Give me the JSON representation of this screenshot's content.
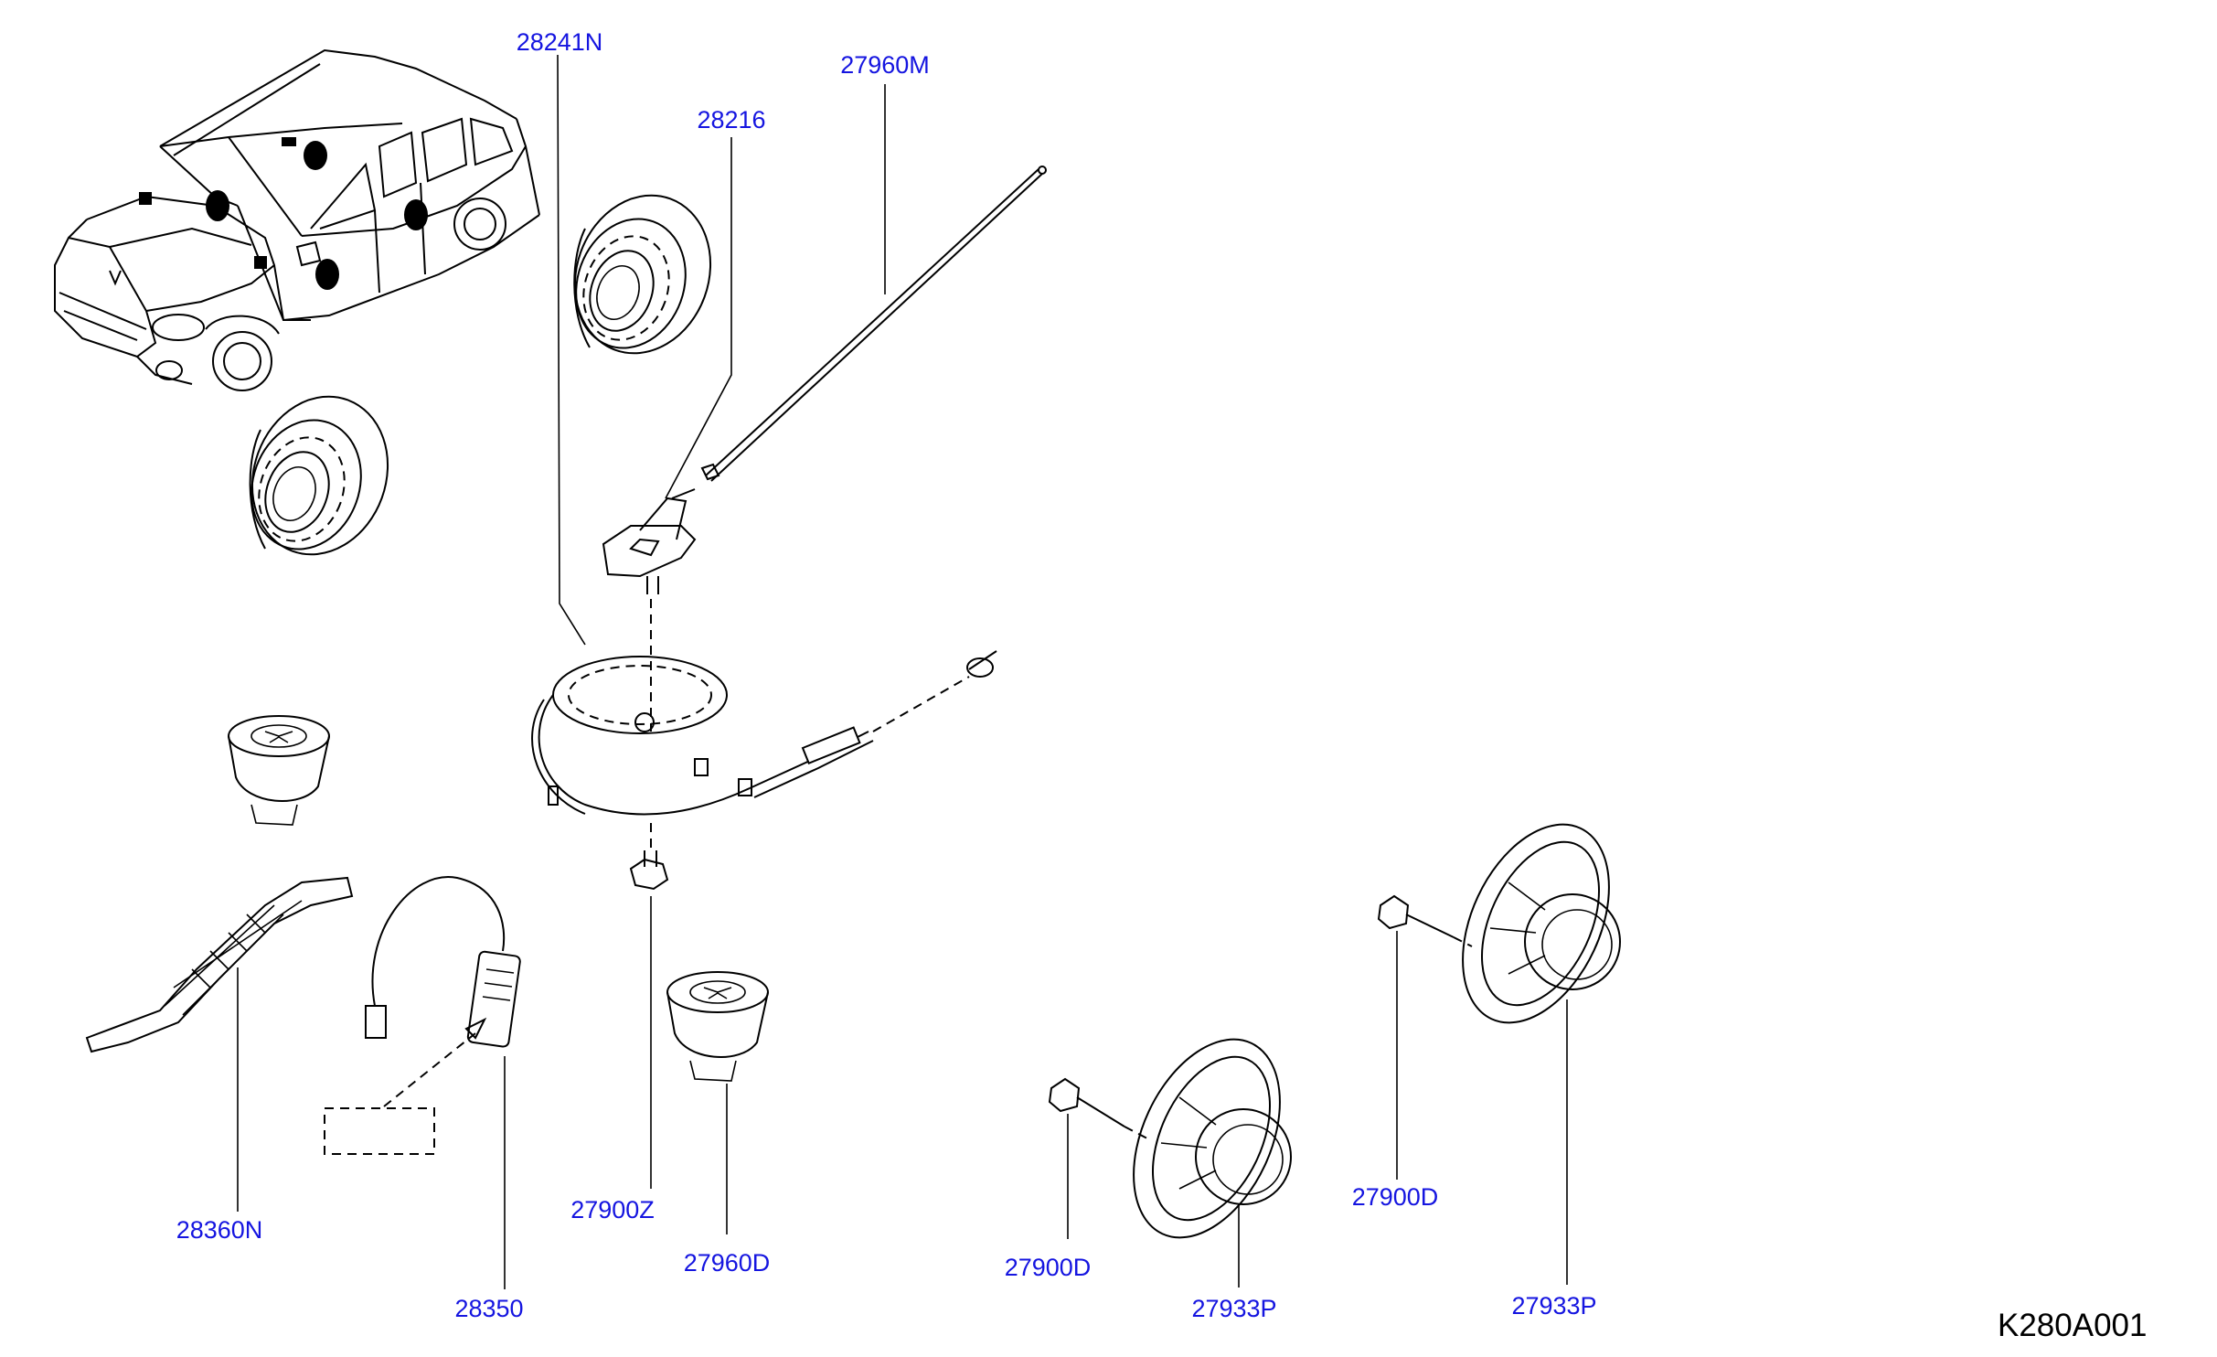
{
  "diagram": {
    "code": "K280A001",
    "colors": {
      "label": "#1515e0",
      "line": "#000000",
      "background": "#ffffff"
    },
    "parts": [
      {
        "id": "28241N",
        "label": "28241N",
        "depicts": "antenna-feeder-cable"
      },
      {
        "id": "27960M",
        "label": "27960M",
        "depicts": "antenna-rod"
      },
      {
        "id": "28216",
        "label": "28216",
        "depicts": "antenna-base"
      },
      {
        "id": "28360N",
        "label": "28360N",
        "depicts": "ground-strap"
      },
      {
        "id": "28350",
        "label": "28350",
        "depicts": "noise-suppressor"
      },
      {
        "id": "27900Z",
        "label": "27900Z",
        "depicts": "grommet"
      },
      {
        "id": "27960D",
        "label": "27960D",
        "depicts": "tweeter"
      },
      {
        "id": "27900D_a",
        "label": "27900D",
        "depicts": "screw"
      },
      {
        "id": "27933P_a",
        "label": "27933P",
        "depicts": "speaker"
      },
      {
        "id": "27900D_b",
        "label": "27900D",
        "depicts": "screw"
      },
      {
        "id": "27933P_b",
        "label": "27933P",
        "depicts": "speaker"
      }
    ]
  }
}
